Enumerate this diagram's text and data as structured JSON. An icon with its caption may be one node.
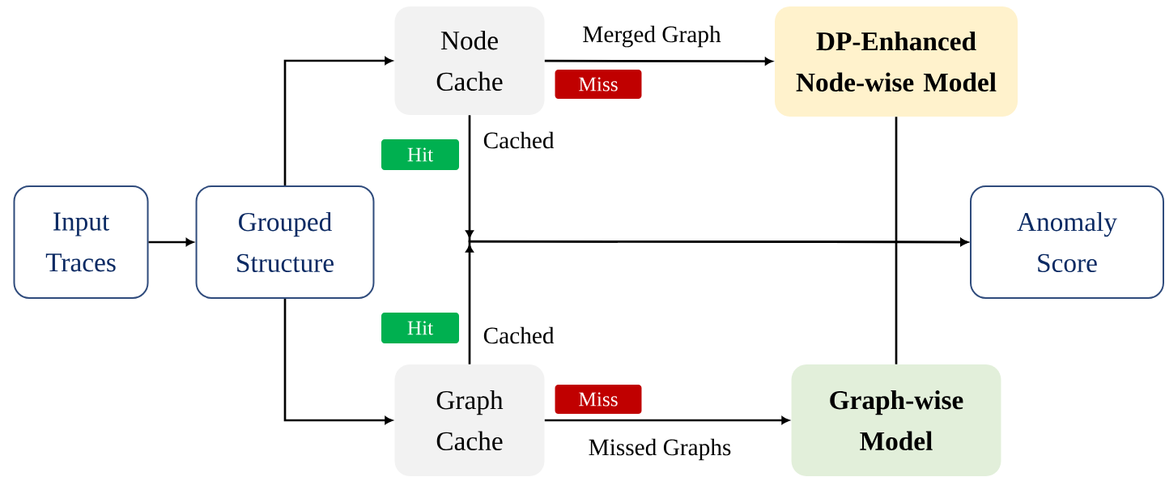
{
  "diagram": {
    "nodes": [
      {
        "text": [
          "Input Traces"
        ]
      },
      {
        "text": [
          "Grouped Structure"
        ]
      },
      {
        "text": [
          "Node Cache"
        ]
      },
      {
        "text": [
          "DP-Enhanced Node-wise Model"
        ]
      },
      {
        "text": [
          "Graph Cache"
        ]
      },
      {
        "text": [
          "Graph-wise Model"
        ]
      },
      {
        "text": [
          "Anomaly Score"
        ]
      },
      {
        "text": [
          "Miss"
        ]
      },
      {
        "text": [
          "Hit"
        ]
      },
      {
        "text": [
          "Hit"
        ]
      },
      {
        "text": [
          "Miss"
        ]
      }
    ],
    "edges": [
      {
        "from": 0,
        "to": 1,
        "arrow": "to"
      },
      {
        "from": 1,
        "to": 2,
        "arrow": "to"
      },
      {
        "from": 1,
        "to": 4,
        "arrow": "to"
      },
      {
        "from": 2,
        "to": 3,
        "arrow": "to",
        "label": "Merged Graph"
      },
      {
        "from": 4,
        "to": 5,
        "arrow": "to",
        "label": "Missed Graphs"
      },
      {
        "from": 2,
        "to": 6,
        "arrow": "to",
        "label": "Cached"
      },
      {
        "from": 4,
        "to": 6,
        "arrow": "to",
        "label": "Cached"
      },
      {
        "from": 3,
        "to": 5,
        "arrow": "none"
      }
    ]
  }
}
